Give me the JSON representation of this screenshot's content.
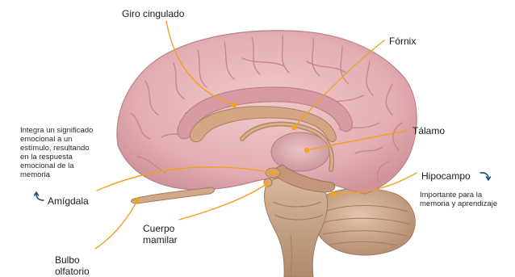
{
  "labels": {
    "giro_cingulado": "Giro cingulado",
    "fornix": "Fórnix",
    "talamo": "Tálamo",
    "hipocampo": "Hipocampo",
    "amigdala": "Amígdala",
    "cuerpo_mamilar": [
      "Cuerpo",
      "mamilar"
    ],
    "bulbo_olfatorio": [
      "Bulbo",
      "olfatorio"
    ]
  },
  "notes": {
    "amigdala": [
      "Integra un significado",
      "emocional a un",
      "estímulo, resultando",
      "en la respuesta",
      "emocional de la",
      "memoria"
    ],
    "hipocampo": [
      "Importante para la",
      "memoria y aprendizaje"
    ]
  },
  "colors": {
    "leader_line": "#f0a21e",
    "leader_dot": "#f2a31f",
    "cortex": "#e6b3b8",
    "cortex_fold": "#c98890",
    "limbic": "#c9a07e",
    "thalamus": "#d9a8a8",
    "cerebellum": "#c9a58c",
    "brainstem": "#c7a484",
    "arrow_icon": "#1f4e79"
  },
  "icons": {
    "amigdala_arrow": "curved-arrow-up-icon",
    "hipocampo_arrow": "curved-arrow-down-icon"
  }
}
